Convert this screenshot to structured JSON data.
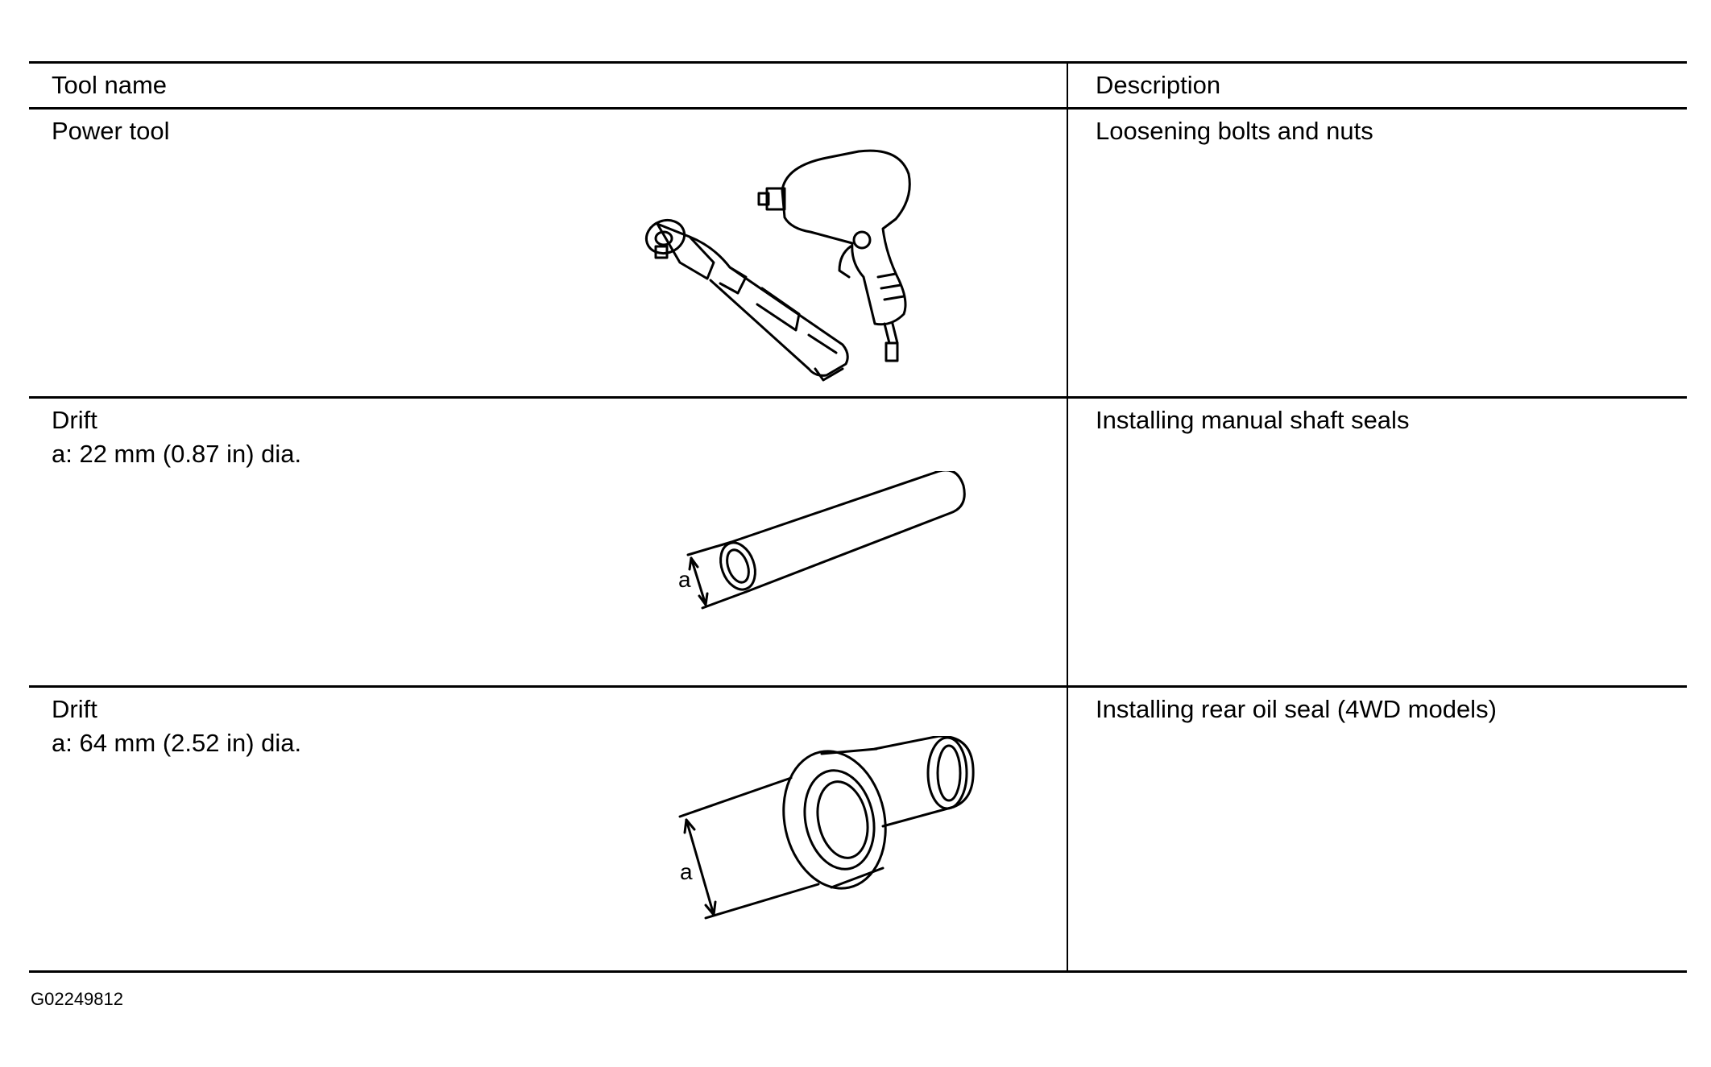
{
  "table": {
    "headers": {
      "tool_name": "Tool name",
      "description": "Description"
    },
    "rows": [
      {
        "name": "Power tool",
        "spec": "",
        "description": "Loosening bolts and nuts",
        "illustration": "power-tool-illustration"
      },
      {
        "name": "Drift",
        "spec": "a: 22 mm (0.87 in) dia.",
        "description": "Installing manual shaft seals",
        "illustration": "drift-small-illustration",
        "dimension_label": "a"
      },
      {
        "name": "Drift",
        "spec": "a: 64 mm (2.52 in) dia.",
        "description": "Installing rear oil seal (4WD models)",
        "illustration": "drift-large-illustration",
        "dimension_label": "a"
      }
    ]
  },
  "figure_id": "G02249812"
}
